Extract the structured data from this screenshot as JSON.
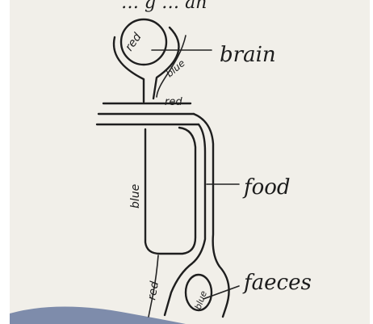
{
  "top_text": "… g … an",
  "labels": {
    "brain": "brain",
    "food": "food",
    "faeces": "faeces"
  },
  "vessel_labels": {
    "brain_top": "red",
    "brain_neck": "blue",
    "horizontal": "red",
    "left_channel": "blue",
    "lower_left": "red",
    "faeces_blob": "blue"
  },
  "colors": {
    "paper": "#f2f0ea",
    "ink": "#1e1e1e",
    "shadow": "#5f6f96"
  }
}
